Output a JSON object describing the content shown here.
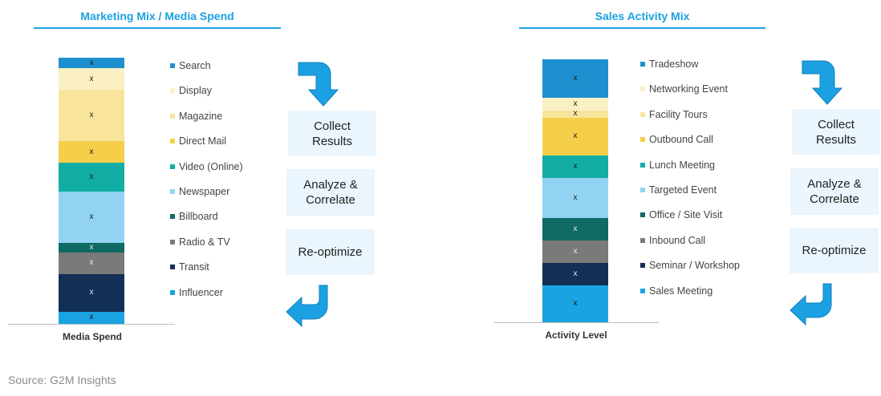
{
  "chart_data": [
    {
      "type": "bar",
      "stacked": true,
      "title": "Marketing Mix / Media Spend",
      "xlabel": "Media Spend",
      "segment_label": "x",
      "legend_position": "right",
      "series": [
        {
          "name": "Search",
          "value": 4,
          "color": "#1e90cf"
        },
        {
          "name": "Display",
          "value": 8,
          "color": "#fbf0c4"
        },
        {
          "name": "Magazine",
          "value": 19,
          "color": "#f9e49c"
        },
        {
          "name": "Direct Mail",
          "value": 8,
          "color": "#f5cf4a"
        },
        {
          "name": "Video (Online)",
          "value": 10.5,
          "color": "#12ada5"
        },
        {
          "name": "Newspaper",
          "value": 19,
          "color": "#92d3f3"
        },
        {
          "name": "Billboard",
          "value": 3.5,
          "color": "#0f6a63"
        },
        {
          "name": "Radio & TV",
          "value": 8,
          "color": "#7a7a7a"
        },
        {
          "name": "Transit",
          "value": 14,
          "color": "#142f55"
        },
        {
          "name": "Influencer",
          "value": 4.5,
          "color": "#1aa3e0"
        }
      ]
    },
    {
      "type": "bar",
      "stacked": true,
      "title": "Sales Activity Mix",
      "xlabel": "Activity Level",
      "segment_label": "x",
      "legend_position": "right",
      "series": [
        {
          "name": "Tradeshow",
          "value": 14.5,
          "color": "#1e90cf"
        },
        {
          "name": "Networking Event",
          "value": 5,
          "color": "#fbf0c4"
        },
        {
          "name": "Facility Tours",
          "value": 2.5,
          "color": "#f9e49c"
        },
        {
          "name": "Outbound Call",
          "value": 14.5,
          "color": "#f5cf4a"
        },
        {
          "name": "Lunch Meeting",
          "value": 8.5,
          "color": "#12ada5"
        },
        {
          "name": "Targeted Event",
          "value": 15,
          "color": "#92d3f3"
        },
        {
          "name": "Office / Site Visit",
          "value": 8.5,
          "color": "#0f6a63"
        },
        {
          "name": "Inbound Call",
          "value": 8.5,
          "color": "#7a7a7a"
        },
        {
          "name": "Seminar / Workshop",
          "value": 8.5,
          "color": "#142f55"
        },
        {
          "name": "Sales Meeting",
          "value": 14,
          "color": "#1aa3e0"
        }
      ]
    }
  ],
  "process_steps": [
    "Collect\nResults",
    "Analyze &\nCorrelate",
    "Re-optimize"
  ],
  "arrow_icon": "curved-arrow-icon",
  "accent_color": "#1ba1e2",
  "source": "Source: G2M Insights"
}
